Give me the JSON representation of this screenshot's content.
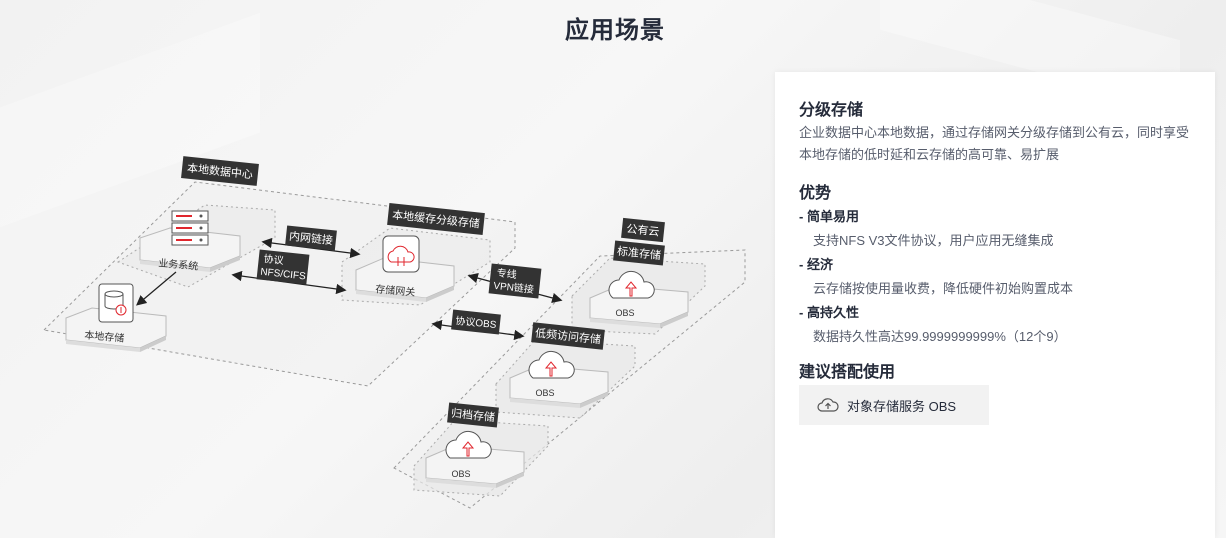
{
  "page": {
    "title": "应用场景"
  },
  "diagram": {
    "local_dc": "本地数据中心",
    "biz_system": "业务系统",
    "local_storage": "本地存储",
    "intranet_link": "内网链接",
    "protocol_line1": "协议",
    "protocol_line2": "NFS/CIFS",
    "gateway_tier": "本地缓存分级存储",
    "gateway": "存储网关",
    "vpn_line1": "专线",
    "vpn_line2": "VPN链接",
    "obs_protocol": "协议OBS",
    "public_cloud": "公有云",
    "standard_storage": "标准存储",
    "infrequent_storage": "低频访问存储",
    "archive_storage": "归档存储",
    "obs1": "OBS",
    "obs2": "OBS",
    "obs3": "OBS"
  },
  "panel": {
    "scenario_title": "分级存储",
    "scenario_desc": "企业数据中心本地数据，通过存储网关分级存储到公有云，同时享受本地存储的低时延和云存储的高可靠、易扩展",
    "advantages_title": "优势",
    "advantages": [
      {
        "title": "简单易用",
        "desc": "支持NFS V3文件协议，用户应用无缝集成"
      },
      {
        "title": "经济",
        "desc": "云存储按使用量收费，降低硬件初始购置成本"
      },
      {
        "title": "高持久性",
        "desc": "数据持久性高达99.9999999999%（12个9）"
      }
    ],
    "recommend_title": "建议搭配使用",
    "recommend_item": "对象存储服务 OBS"
  },
  "colors": {
    "accent_red": "#e0262d",
    "label_bg": "#333333"
  }
}
